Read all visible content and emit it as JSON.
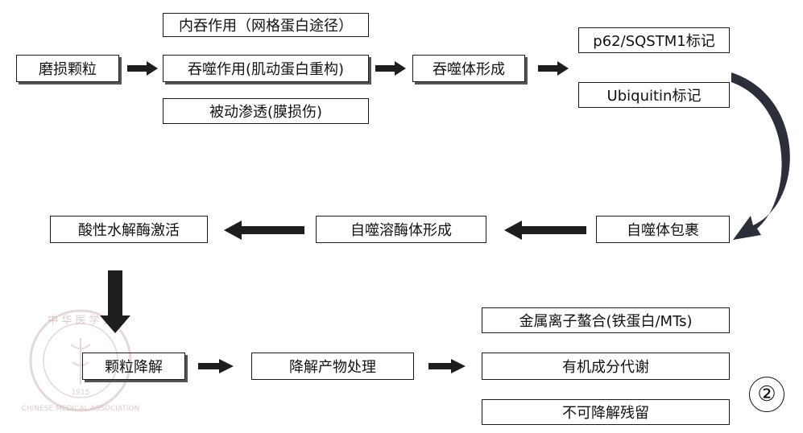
{
  "boxes": {
    "wear_particles": "磨损颗粒",
    "endocytosis": "内吞作用（网格蛋白途径）",
    "phagocytosis": "吞噬作用(肌动蛋白重构)",
    "passive_permeation": "被动渗透(膜损伤)",
    "phagosome_formation": "吞噬体形成",
    "p62_label": "p62/SQSTM1标记",
    "ubiquitin_label": "Ubiquitin标记",
    "autophagosome_wrap": "自噬体包裹",
    "autolysosome_formation": "自噬溶酶体形成",
    "acid_hydrolase_activation": "酸性水解酶激活",
    "particle_degradation": "颗粒降解",
    "degradation_product_processing": "降解产物处理",
    "metal_chelation": "金属离子螯合(铁蛋白/MTs)",
    "organic_metabolism": "有机成分代谢",
    "nondegradable_residue": "不可降解残留"
  },
  "panel_label": "②",
  "watermark": {
    "top_text": "中 华 医 学 会",
    "year": "1915",
    "bottom_text": "CHINESE MEDICAL ASSOCIATION"
  },
  "colors": {
    "stroke": "#1a1a1a",
    "arrow": "#1e1e1e",
    "watermark": "#c9a9a9"
  }
}
